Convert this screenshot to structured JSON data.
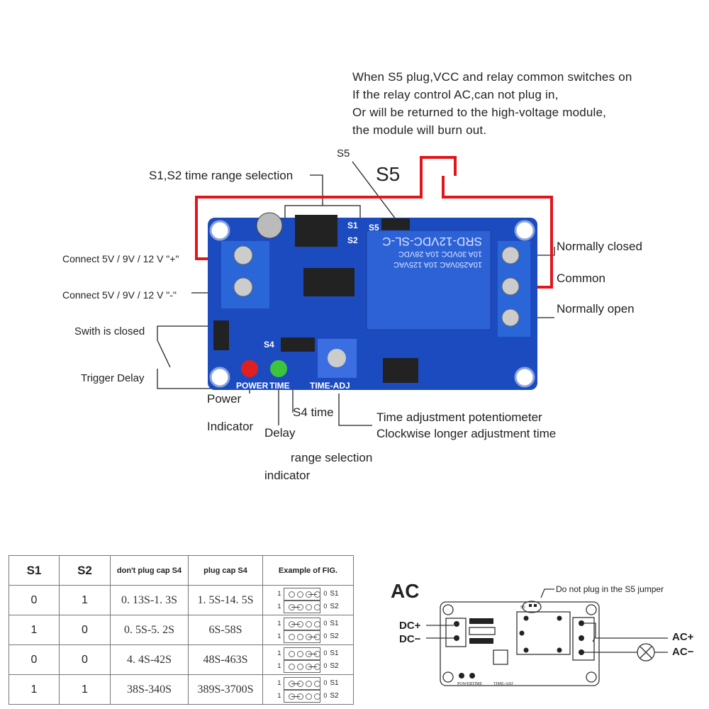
{
  "notes": {
    "lines": [
      "When S5 plug,VCC and relay common switches on",
      "If the relay control AC,can not plug in,",
      "Or will be returned to the high-voltage module,",
      "the module will burn out."
    ]
  },
  "labels": {
    "s5_small": "S5",
    "s5_big": "S5",
    "s1s2": "S1,S2 time range selection",
    "connect_plus": "Connect  5V / 9V / 12 V  \"+\"",
    "connect_minus": "Connect  5V / 9V / 12 V  \"-\"",
    "switch_closed": "Swith is closed",
    "trigger_delay": "Trigger Delay",
    "normally_closed": "Normally closed",
    "common": "Common",
    "normally_open": "Normally open",
    "power": "Power",
    "indicator1": "Indicator",
    "delay": "Delay",
    "s4_time": "S4 time",
    "range_selection": "range selection",
    "indicator2": "indicator",
    "pot1": "Time adjustment potentiometer",
    "pot2": "Clockwise longer adjustment time"
  },
  "board": {
    "relay_text": [
      "SRD-12VDC-SL-C",
      "10A 30VDC 10A 28VDC",
      "10A250VAC 10A 125VAC"
    ],
    "silk": {
      "s1": "S1",
      "s2": "S2",
      "s4": "S4",
      "s5": "S5",
      "power": "POWER",
      "time": "TIME",
      "time_adj": "TIME-ADJ",
      "one": "1",
      "zero": "0"
    },
    "colors": {
      "pcb": "#1c4bbf",
      "terminal": "#2a66d8",
      "wire": "#e0161c",
      "led_power": "#e02020",
      "led_time": "#3cc43c"
    }
  },
  "table": {
    "headers": [
      "S1",
      "S2",
      "don't  plug cap S4",
      "plug cap S4",
      "Example of FIG."
    ],
    "rows": [
      {
        "s1": "0",
        "s2": "1",
        "no_cap": "0. 13S-1. 3S",
        "cap": "1. 5S-14. 5S"
      },
      {
        "s1": "1",
        "s2": "0",
        "no_cap": "0. 5S-5. 2S",
        "cap": "6S-58S"
      },
      {
        "s1": "0",
        "s2": "0",
        "no_cap": "4. 4S-42S",
        "cap": "48S-463S"
      },
      {
        "s1": "1",
        "s2": "1",
        "no_cap": "38S-340S",
        "cap": "389S-3700S"
      }
    ],
    "fig": {
      "one": "1",
      "zero": "0",
      "s1": "S1",
      "s2": "S2"
    }
  },
  "ac_diagram": {
    "title": "AC",
    "note": "Do not plug in the S5 jumper",
    "dc_plus": "DC+",
    "dc_minus": "DC−",
    "ac_plus": "AC+",
    "ac_minus": "AC−",
    "silk_power_time": "POWERTIME",
    "silk_time_adj": "TIME-ADJ",
    "silk_s5": "S5"
  }
}
